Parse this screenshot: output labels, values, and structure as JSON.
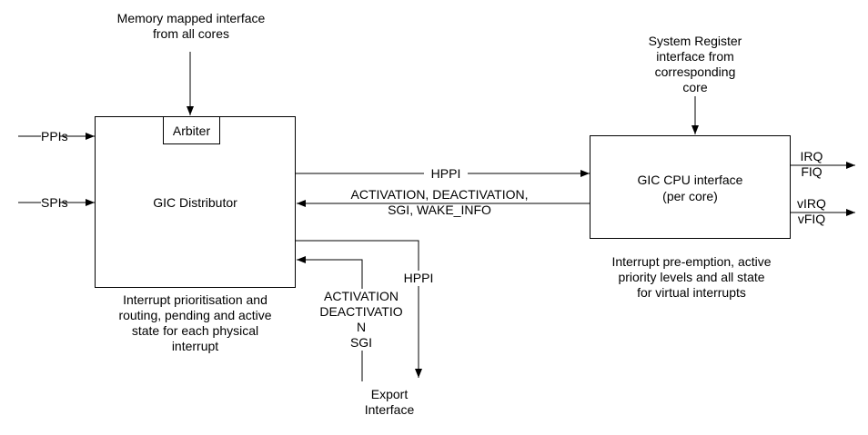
{
  "top_note": {
    "line1": "Memory mapped interface",
    "line2": "from all cores"
  },
  "sysreg_note": {
    "line1": "System Register",
    "line2": "interface from",
    "line3": "corresponding",
    "line4": "core"
  },
  "distributor": {
    "arbiter": "Arbiter",
    "title": "GIC Distributor"
  },
  "cpu_interface": {
    "line1": "GIC CPU interface",
    "line2": "(per core)"
  },
  "inputs": {
    "ppis": "PPIs",
    "spis": "SPIs"
  },
  "outputs": {
    "irq": "IRQ",
    "fiq": "FIQ",
    "virq": "vIRQ",
    "vfiq": "vFIQ"
  },
  "signals": {
    "hppi_top": "HPPI",
    "activation_line1": "ACTIVATION, DEACTIVATION,",
    "activation_line2": "SGI, WAKE_INFO",
    "hppi_export": "HPPI",
    "export_act_line1": "ACTIVATION",
    "export_act_line2": "DEACTIVATIO",
    "export_act_line3": "N",
    "export_act_line4": "SGI"
  },
  "export_note": {
    "line1": "Export",
    "line2": "Interface"
  },
  "distributor_note": {
    "line1": "Interrupt prioritisation and",
    "line2": "routing, pending and active",
    "line3": "state for each physical",
    "line4": "interrupt"
  },
  "cpu_note": {
    "line1": "Interrupt pre-emption, active",
    "line2": "priority levels and all state",
    "line3": "for virtual interrupts"
  }
}
